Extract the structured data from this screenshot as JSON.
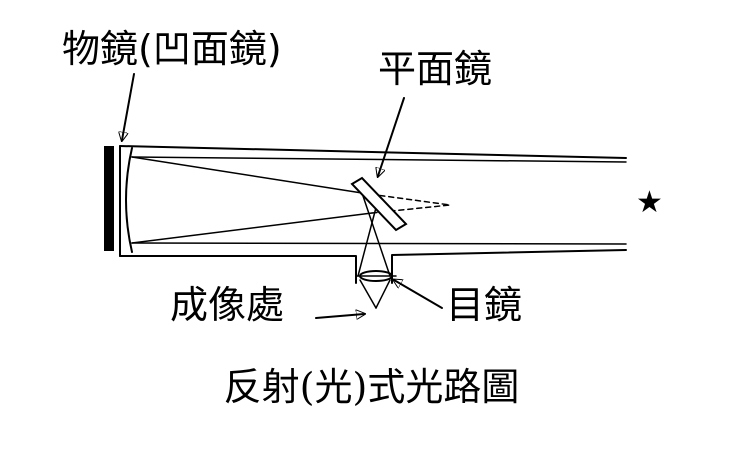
{
  "labels": {
    "objective_mirror": "物鏡(凹面鏡)",
    "plane_mirror": "平面鏡",
    "image_location": "成像處",
    "eyepiece": "目鏡",
    "caption": "反射(光)式光路圖"
  },
  "icons": {
    "star": "★"
  }
}
